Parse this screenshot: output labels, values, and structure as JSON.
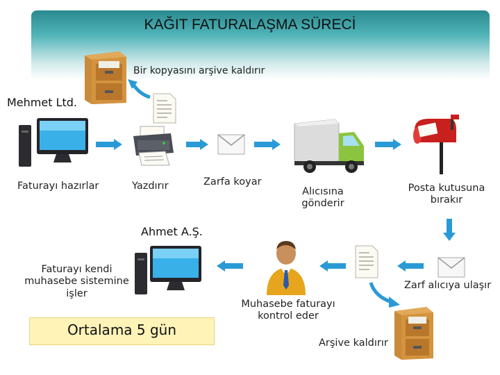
{
  "title": "KAĞIT FATURALAŞMA SÜRECİ",
  "archive_note_top": "Bir kopyasını arşive kaldırır",
  "sender_company": "Mehmet Ltd.",
  "receiver_company": "Ahmet A.Ş.",
  "steps": {
    "prepare": "Faturayı hazırlar",
    "print": "Yazdırır",
    "envelope": "Zarfa koyar",
    "send": "Alıcısına gönderir",
    "mailbox": "Posta kutusuna bırakır",
    "arrive": "Zarf alıcıya ulaşır",
    "check": "Muhasebe faturayı kontrol eder",
    "archive_bottom": "Arşive kaldırır",
    "process": "Faturayı kendi muhasebe sistemine işler"
  },
  "average": "Ortalama 5 gün",
  "colors": {
    "header": "#2a8a8f",
    "arrow": "#2a9ad6",
    "highlight": "#fff3b8"
  },
  "icons": [
    "filing-cabinet-icon",
    "document-icon",
    "computer-icon",
    "printer-icon",
    "envelope-icon",
    "truck-icon",
    "mailbox-icon",
    "businessman-icon"
  ]
}
